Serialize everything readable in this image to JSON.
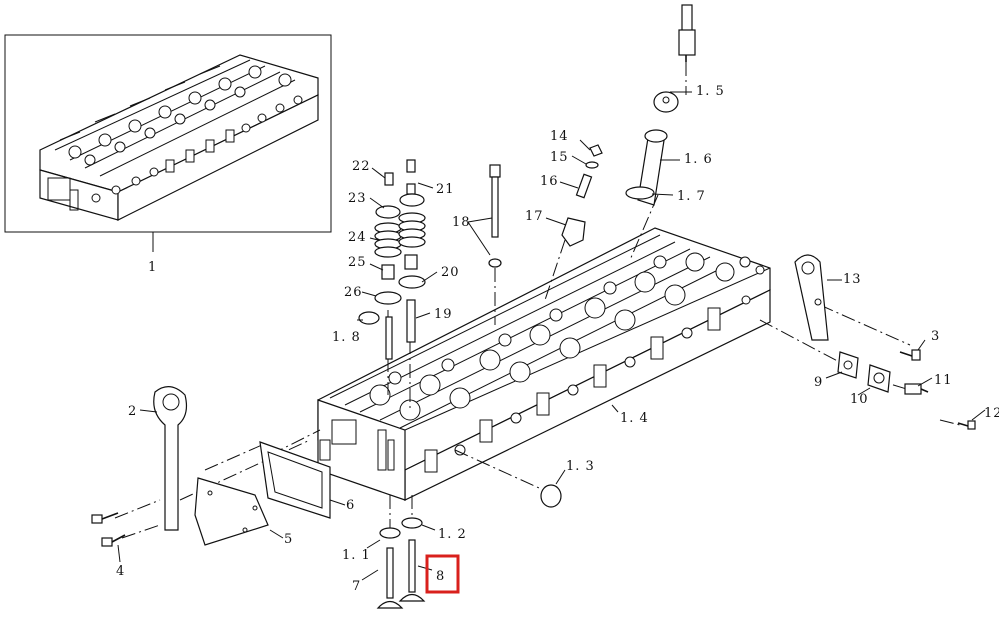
{
  "labels": {
    "l1": "1",
    "l1_1": "1. 1",
    "l1_2": "1. 2",
    "l1_3": "1. 3",
    "l1_4": "1. 4",
    "l1_5": "1. 5",
    "l1_6": "1. 6",
    "l1_7": "1. 7",
    "l1_8": "1. 8",
    "l2": "2",
    "l3": "3",
    "l4": "4",
    "l5": "5",
    "l6": "6",
    "l7": "7",
    "l8": "8",
    "l9": "9",
    "l10": "10",
    "l11": "11",
    "l12": "12",
    "l13": "13",
    "l14": "14",
    "l15": "15",
    "l16": "16",
    "l17": "17",
    "l18": "18",
    "l19": "19",
    "l20": "20",
    "l21": "21",
    "l22": "22",
    "l23": "23",
    "l24": "24",
    "l25": "25",
    "l26": "26"
  },
  "highlight": {
    "target": "8",
    "color": "#d9201c"
  }
}
